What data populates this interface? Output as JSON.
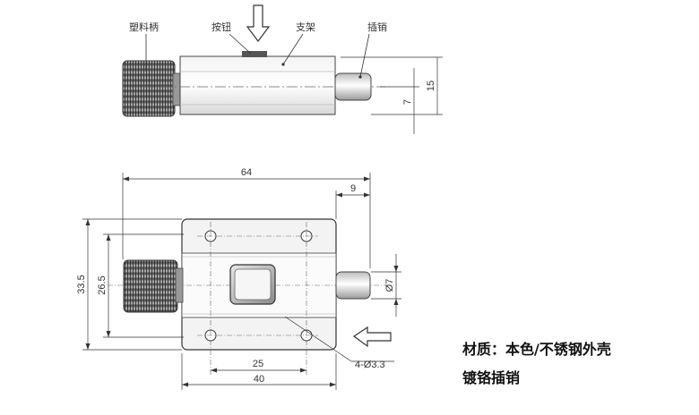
{
  "labels": {
    "plastic_handle": "塑料柄",
    "button": "按钮",
    "bracket": "支架",
    "pin": "插销"
  },
  "dimensions": {
    "total_length": "64",
    "pin_extension": "9",
    "height_outer": "33.5",
    "height_inner": "26.5",
    "pin_diameter": "Ø7",
    "hole_pitch": "25",
    "base_width": "40",
    "holes": "4-Ø3.3",
    "side_height": "15",
    "side_pin_offset": "7"
  },
  "material": {
    "line1": "材质：本色/不锈钢外壳",
    "line2": "镀铬插销"
  }
}
